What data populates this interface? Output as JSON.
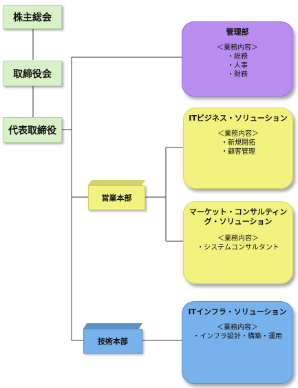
{
  "executives": [
    {
      "label": "株主総会"
    },
    {
      "label": "取締役会"
    },
    {
      "label": "代表取締役"
    }
  ],
  "departments": {
    "sales": "営業本部",
    "tech": "技術本部"
  },
  "cards": {
    "admin": {
      "title": "管理部",
      "heading": "＜業務内容＞",
      "items": [
        "・総務",
        "・人事",
        "・財務"
      ]
    },
    "it_business": {
      "title": "ITビジネス・ソリューション",
      "heading": "＜業務内容＞",
      "items": [
        "・新規開拓",
        "・顧客管理"
      ]
    },
    "marketing": {
      "title_line1": "マーケット・コンサルティン",
      "title_line2": "グ・ソリューション",
      "heading": "＜業務内容＞",
      "items": [
        "・システムコンサルタント"
      ]
    },
    "it_infra": {
      "title": "ITインフラ・ソリューション",
      "heading": "＜業務内容＞",
      "items": [
        "・インフラ設計・構築・運用"
      ]
    }
  },
  "colors": {
    "exec_green": "#d8f2c8",
    "admin_purple": "#b98cf0",
    "sales_yellow": "#f2f37e",
    "tech_blue": "#78b2ec",
    "line": "#333333"
  }
}
